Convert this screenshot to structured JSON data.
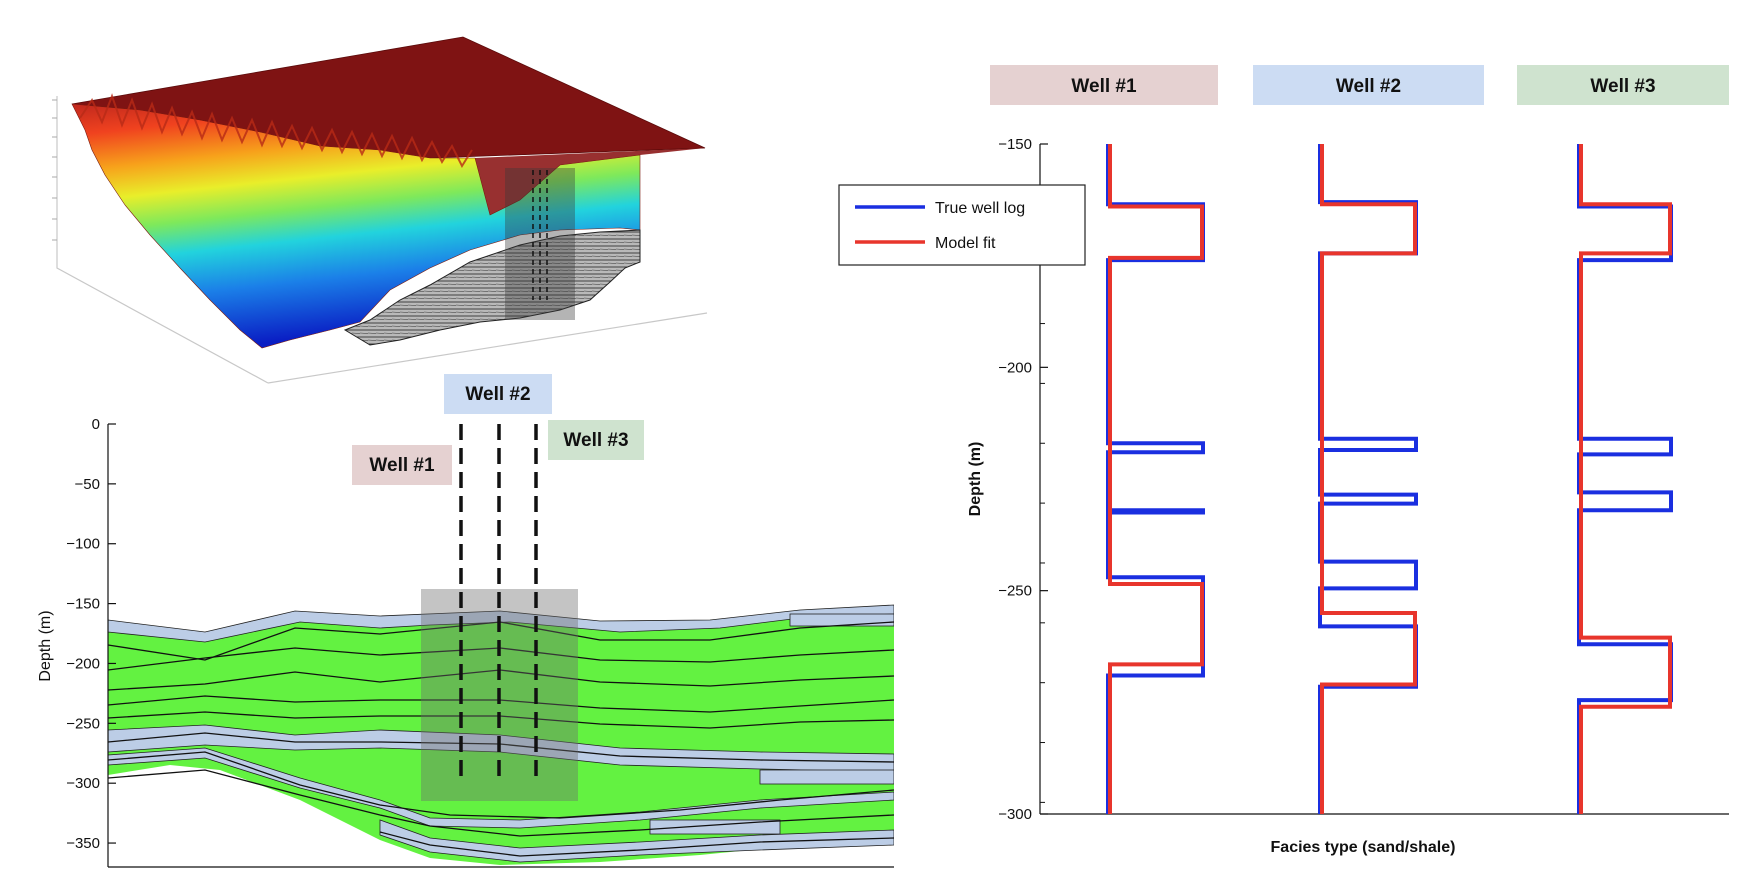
{
  "chart_data": [
    {
      "type": "surface",
      "panel": "3d-surface"
    },
    {
      "type": "area",
      "panel": "cross-section",
      "ylabel": "Depth (m)",
      "ylim": [
        -370,
        0
      ],
      "yticks": [
        0,
        -50,
        -100,
        -150,
        -200,
        -250,
        -300,
        -350
      ],
      "ytick_labels": [
        "0",
        "−50",
        "−100",
        "−150",
        "−200",
        "−250",
        "−300",
        "−350"
      ],
      "wells": [
        "Well #1",
        "Well #2",
        "Well #3"
      ],
      "colors": {
        "sand": "#63f241",
        "shale": "#bccde6",
        "well_window": "#6b6b6b"
      }
    },
    {
      "type": "line",
      "panel": "well-logs",
      "xlabel": "Facies type (sand/shale)",
      "ylabel": "Depth (m)",
      "ylim": [
        -300,
        -150
      ],
      "yticks": [
        -150,
        -200,
        -250,
        -300
      ],
      "ytick_labels": [
        "−150",
        "−200",
        "−250",
        "−300"
      ],
      "legend_position": "top-left",
      "series_styles": [
        {
          "name": "True well log",
          "color": "#1a2fe0"
        },
        {
          "name": "Model fit",
          "color": "#e8352c"
        }
      ],
      "wells": [
        {
          "name": "Well #1",
          "header_color": "#e5d1d1",
          "true_log": [
            [
              -150,
              0
            ],
            [
              -163.5,
              0
            ],
            [
              -163.5,
              1
            ],
            [
              -176,
              1
            ],
            [
              -176,
              0
            ],
            [
              -217,
              0
            ],
            [
              -217,
              1
            ],
            [
              -219,
              1
            ],
            [
              -219,
              0
            ],
            [
              -232,
              0
            ],
            [
              -232,
              1
            ],
            [
              -232.5,
              1
            ],
            [
              -232.5,
              0
            ],
            [
              -247,
              0
            ],
            [
              -247,
              1
            ],
            [
              -269,
              1
            ],
            [
              -269,
              0
            ],
            [
              -300,
              0
            ]
          ],
          "model_fit": [
            [
              -150,
              0
            ],
            [
              -164,
              0
            ],
            [
              -164,
              1
            ],
            [
              -175.5,
              1
            ],
            [
              -175.5,
              0
            ],
            [
              -248.5,
              0
            ],
            [
              -248.5,
              1
            ],
            [
              -266.5,
              1
            ],
            [
              -266.5,
              0
            ],
            [
              -300,
              0
            ]
          ]
        },
        {
          "name": "Well #2",
          "header_color": "#ccdcf3",
          "true_log": [
            [
              -150,
              0
            ],
            [
              -163,
              0
            ],
            [
              -163,
              1
            ],
            [
              -174.5,
              1
            ],
            [
              -174.5,
              0
            ],
            [
              -216,
              0
            ],
            [
              -216,
              1
            ],
            [
              -218.5,
              1
            ],
            [
              -218.5,
              0
            ],
            [
              -228.5,
              0
            ],
            [
              -228.5,
              1
            ],
            [
              -230.5,
              1
            ],
            [
              -230.5,
              0
            ],
            [
              -243.5,
              0
            ],
            [
              -243.5,
              1
            ],
            [
              -249.5,
              1
            ],
            [
              -249.5,
              0
            ],
            [
              -258,
              0
            ],
            [
              -258,
              1
            ],
            [
              -271.5,
              1
            ],
            [
              -271.5,
              0
            ],
            [
              -300,
              0
            ]
          ],
          "model_fit": [
            [
              -150,
              0
            ],
            [
              -163.5,
              0
            ],
            [
              -163.5,
              1
            ],
            [
              -174.5,
              1
            ],
            [
              -174.5,
              0
            ],
            [
              -255,
              0
            ],
            [
              -255,
              1
            ],
            [
              -271,
              1
            ],
            [
              -271,
              0
            ],
            [
              -300,
              0
            ]
          ]
        },
        {
          "name": "Well #3",
          "header_color": "#cfe3cf",
          "true_log": [
            [
              -150,
              0
            ],
            [
              -164,
              0
            ],
            [
              -164,
              1
            ],
            [
              -176,
              1
            ],
            [
              -176,
              0
            ],
            [
              -216,
              0
            ],
            [
              -216,
              1
            ],
            [
              -219.5,
              1
            ],
            [
              -219.5,
              0
            ],
            [
              -228,
              0
            ],
            [
              -228,
              1
            ],
            [
              -232,
              1
            ],
            [
              -232,
              0
            ],
            [
              -262,
              0
            ],
            [
              -262,
              1
            ],
            [
              -274.5,
              1
            ],
            [
              -274.5,
              0
            ],
            [
              -300,
              0
            ]
          ],
          "model_fit": [
            [
              -150,
              0
            ],
            [
              -163.5,
              0
            ],
            [
              -163.5,
              1
            ],
            [
              -174.5,
              1
            ],
            [
              -174.5,
              0
            ],
            [
              -260.5,
              0
            ],
            [
              -260.5,
              1
            ],
            [
              -276,
              1
            ],
            [
              -276,
              0
            ],
            [
              -300,
              0
            ]
          ]
        }
      ]
    }
  ]
}
